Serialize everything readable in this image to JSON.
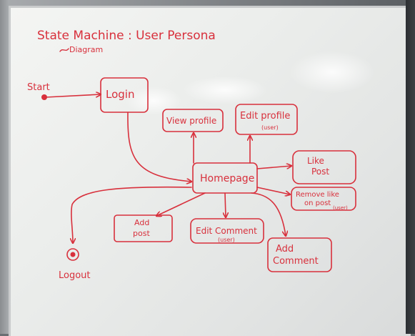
{
  "diagram": {
    "title": "State Machine : User Persona",
    "subtitle": "Diagram",
    "ink_color": "#d8303c",
    "nodes": {
      "start": "Start",
      "login": "Login",
      "view_profile": "View profile",
      "edit_profile": "Edit profile",
      "edit_profile_note": "(user)",
      "homepage": "Homepage",
      "like_post": [
        "Like",
        "Post"
      ],
      "remove_like": [
        "Remove like",
        "on post"
      ],
      "remove_like_note": "(user)",
      "add_post": [
        "Add",
        "post"
      ],
      "edit_comment": "Edit Comment",
      "edit_comment_note": "(user)",
      "add_comment": [
        "Add",
        "Comment"
      ],
      "logout": "Logout"
    }
  }
}
